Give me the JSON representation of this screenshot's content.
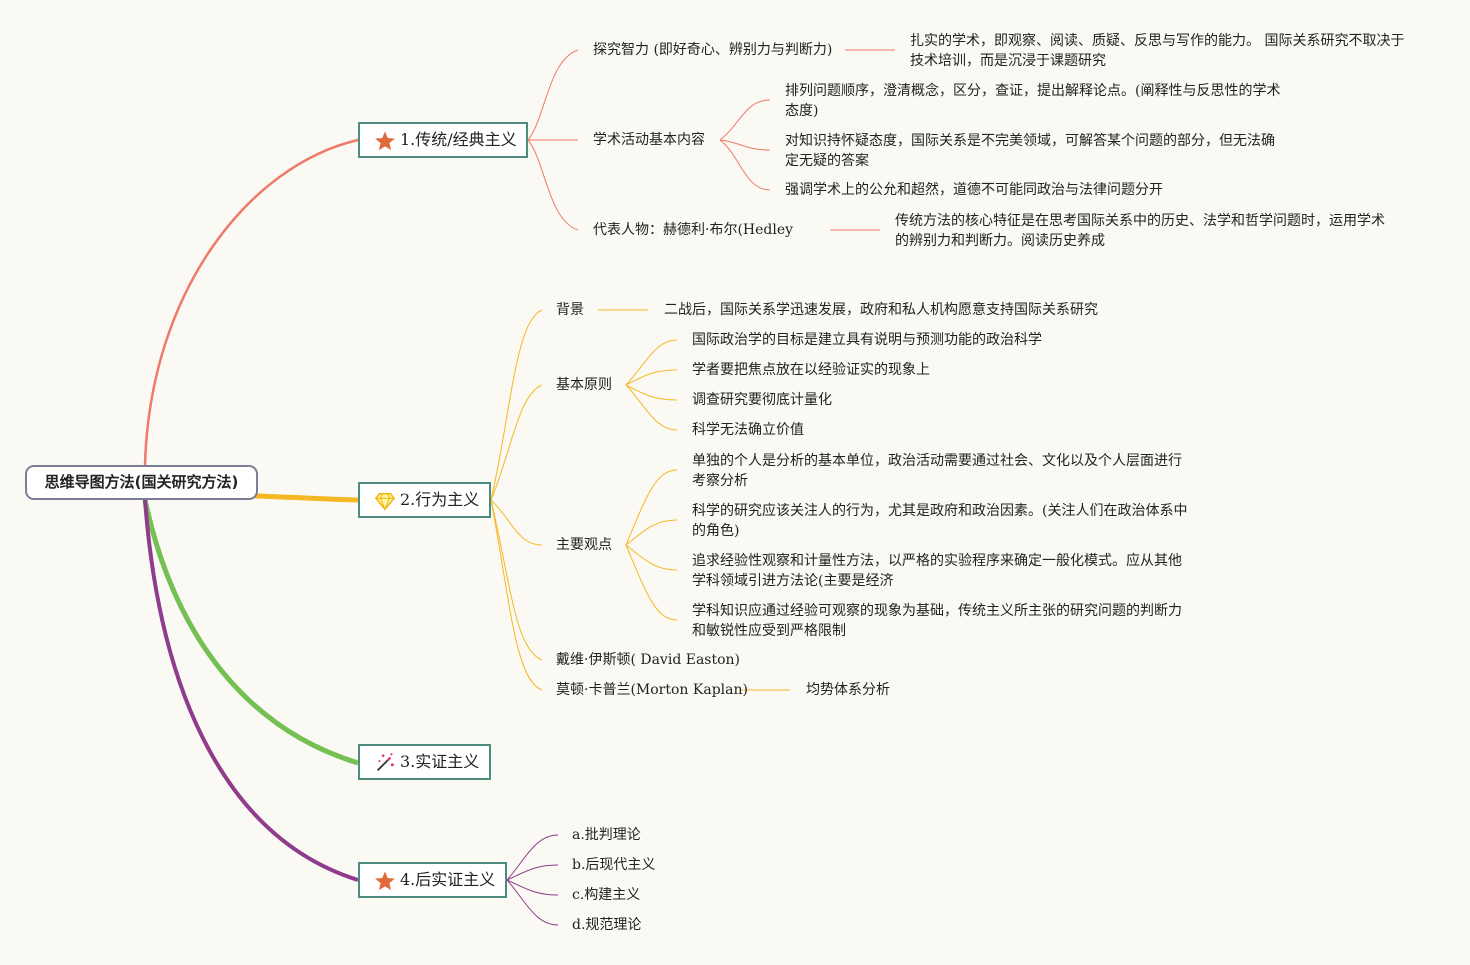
{
  "root": {
    "label": "思维导图方法(国关研究方法)"
  },
  "colors": {
    "branch1": "#ef7a69",
    "branch2": "#f5b825",
    "branch3": "#74c052",
    "branch4": "#8e3c8b",
    "node_border": "#4c8d7f"
  },
  "branches": [
    {
      "label": "1.传统/经典主义",
      "icon": "star-icon",
      "children": [
        {
          "label": "探究智力 (即好奇心、辨别力与判断力)",
          "detail": "扎实的学术，即观察、阅读、质疑、反思与写作的能力。 国际关系研究不取决于技术培训，而是沉浸于课题研究"
        },
        {
          "label": "学术活动基本内容",
          "items": [
            "排列问题顺序，澄清概念，区分，查证，提出解释论点。(阐释性与反思性的学术态度)",
            "对知识持怀疑态度，国际关系是不完美领域，可解答某个问题的部分，但无法确定无疑的答案",
            "强调学术上的公允和超然，道德不可能同政治与法律问题分开"
          ]
        },
        {
          "label": "代表人物：赫德利·布尔(Hedley",
          "detail": "传统方法的核心特征是在思考国际关系中的历史、法学和哲学问题时，运用学术的辨别力和判断力。阅读历史养成"
        }
      ]
    },
    {
      "label": "2.行为主义",
      "icon": "diamond-icon",
      "children": [
        {
          "label": "背景",
          "detail": "二战后，国际关系学迅速发展，政府和私人机构愿意支持国际关系研究"
        },
        {
          "label": "基本原则",
          "items": [
            "国际政治学的目标是建立具有说明与预测功能的政治科学",
            "学者要把焦点放在以经验证实的现象上",
            "调查研究要彻底计量化",
            "科学无法确立价值"
          ]
        },
        {
          "label": "主要观点",
          "items": [
            "单独的个人是分析的基本单位，政治活动需要通过社会、文化以及个人层面进行考察分析",
            "科学的研究应该关注人的行为，尤其是政府和政治因素。(关注人们在政治体系中的角色)",
            "追求经验性观察和计量性方法，以严格的实验程序来确定一般化模式。应从其他学科领域引进方法论(主要是经济",
            "学科知识应通过经验可观察的现象为基础，传统主义所主张的研究问题的判断力和敏锐性应受到严格限制"
          ]
        },
        {
          "label": "戴维·伊斯顿( David Easton)"
        },
        {
          "label": "莫顿·卡普兰(Morton Kaplan)",
          "detail": "均势体系分析"
        }
      ]
    },
    {
      "label": "3.实证主义",
      "icon": "magic-wand-icon",
      "children": []
    },
    {
      "label": "4.后实证主义",
      "icon": "star-icon",
      "children": [
        {
          "label": "a.批判理论"
        },
        {
          "label": "b.后现代主义"
        },
        {
          "label": "c.构建主义"
        },
        {
          "label": "d.规范理论"
        }
      ]
    }
  ]
}
